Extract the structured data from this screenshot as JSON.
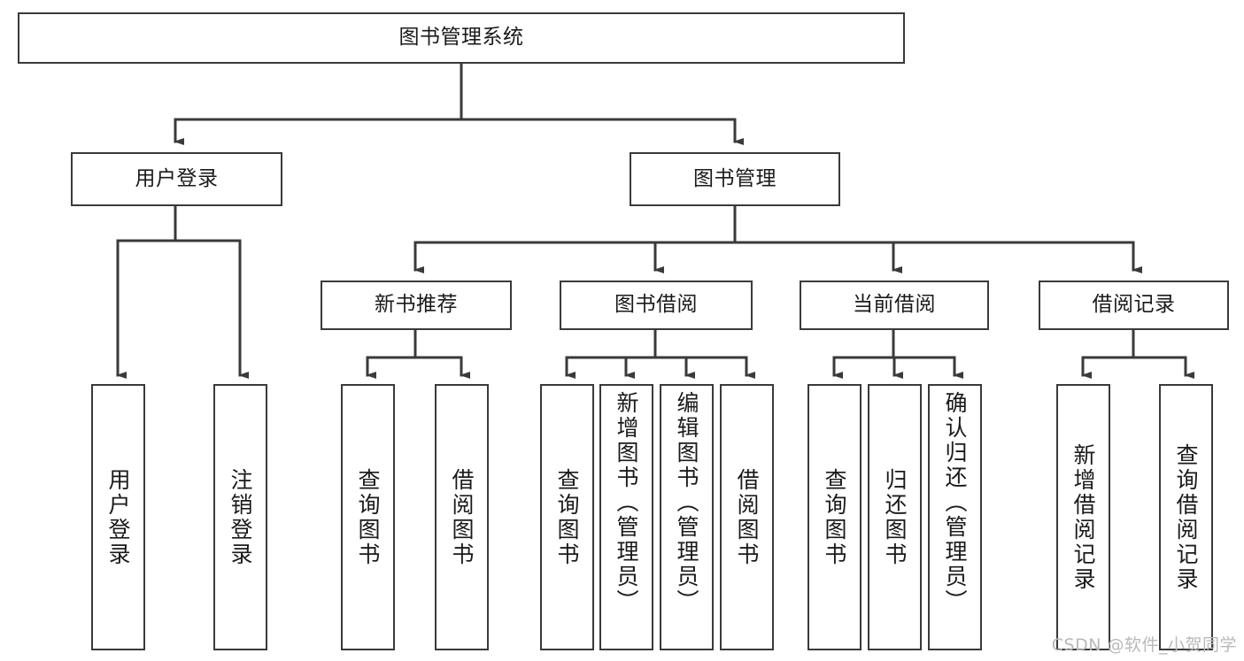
{
  "diagram": {
    "title": "图书管理系统",
    "type": "tree-hierarchy-chart",
    "watermark": "CSDN @软件_小贺同学",
    "colors": {
      "stroke": "#3a3a3a",
      "fill": "#ffffff",
      "text": "#1a1a1a",
      "watermark": "#b9b9b9"
    },
    "levels": {
      "root": {
        "label": "图书管理系统"
      },
      "level2": [
        {
          "id": "user-login",
          "label": "用户登录"
        },
        {
          "id": "book-manage",
          "label": "图书管理"
        }
      ],
      "level3": [
        {
          "id": "new-book-recommend",
          "label": "新书推荐"
        },
        {
          "id": "book-borrow",
          "label": "图书借阅"
        },
        {
          "id": "current-borrow",
          "label": "当前借阅"
        },
        {
          "id": "borrow-record",
          "label": "借阅记录"
        }
      ],
      "leaves": {
        "user-login": [
          {
            "id": "leaf-user-login",
            "label": "用户登录"
          },
          {
            "id": "leaf-logout-login",
            "label": "注销登录"
          }
        ],
        "new-book-recommend": [
          {
            "id": "leaf-query-book-1",
            "label": "查询图书"
          },
          {
            "id": "leaf-borrow-book-1",
            "label": "借阅图书"
          }
        ],
        "book-borrow": [
          {
            "id": "leaf-query-book-2",
            "label": "查询图书"
          },
          {
            "id": "leaf-add-book-admin",
            "label": "新增图书（管理员）"
          },
          {
            "id": "leaf-edit-book-admin",
            "label": "编辑图书（管理员）"
          },
          {
            "id": "leaf-borrow-book-2",
            "label": "借阅图书"
          }
        ],
        "current-borrow": [
          {
            "id": "leaf-query-book-3",
            "label": "查询图书"
          },
          {
            "id": "leaf-return-book",
            "label": "归还图书"
          },
          {
            "id": "leaf-confirm-return-admin",
            "label": "确认归还（管理员）"
          }
        ],
        "borrow-record": [
          {
            "id": "leaf-add-borrow-record",
            "label": "新增借阅记录"
          },
          {
            "id": "leaf-query-borrow-record",
            "label": "查询借阅记录"
          }
        ]
      }
    }
  }
}
